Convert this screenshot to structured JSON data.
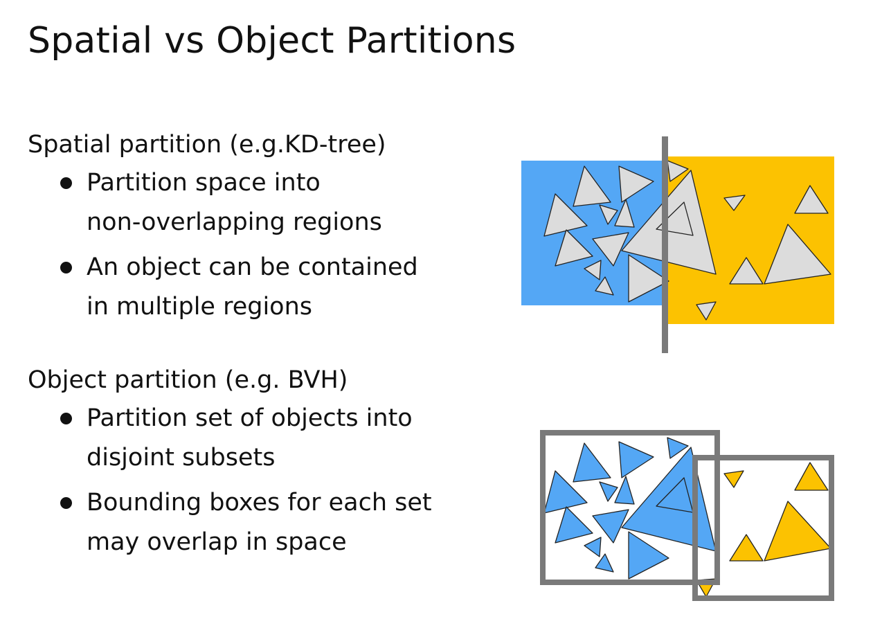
{
  "slide": {
    "title": "Spatial vs Object Partitions"
  },
  "spatial": {
    "heading": "Spatial partition (e.g.KD-tree)",
    "bullets": [
      {
        "line1": "Partition space into",
        "line2": "non-overlapping regions"
      },
      {
        "line1": "An object can be contained",
        "line2": "in multiple regions"
      }
    ]
  },
  "object": {
    "heading": "Object partition (e.g. BVH)",
    "bullets": [
      {
        "line1": "Partition set of objects into",
        "line2": "disjoint subsets"
      },
      {
        "line1": "Bounding boxes for each set",
        "line2": "may overlap in space"
      }
    ]
  },
  "colors": {
    "blue": "#54a7f5",
    "yellow": "#fcc201",
    "light_gray": "#dcdcdc",
    "dark_gray": "#7a7a7a",
    "outline": "#222222"
  }
}
